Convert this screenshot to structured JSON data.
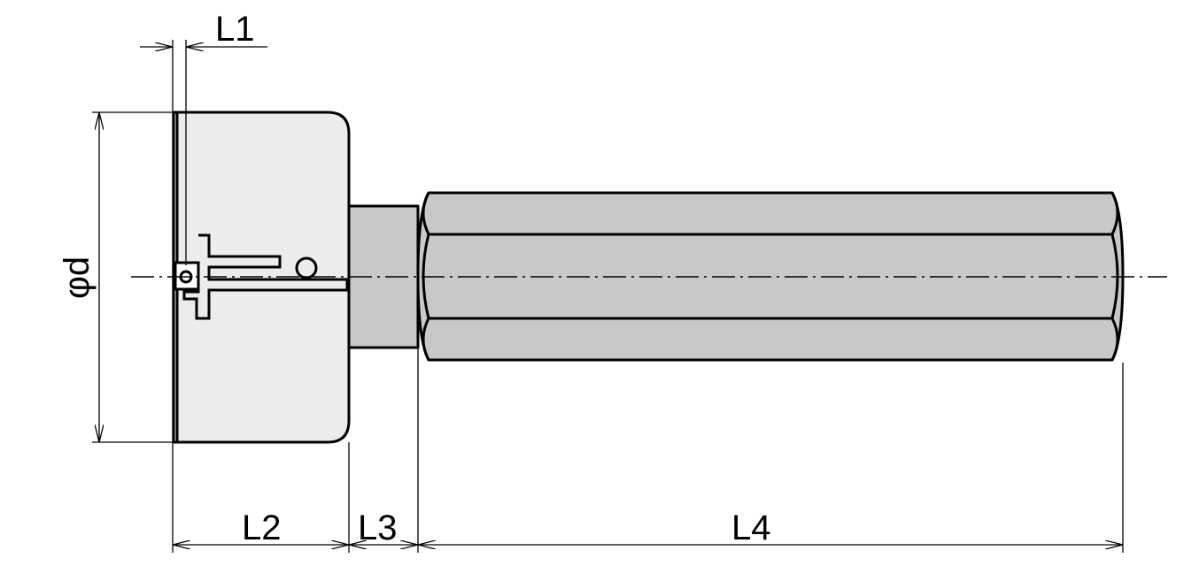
{
  "labels": {
    "l1": "L1",
    "l2": "L2",
    "l3": "L3",
    "l4": "L4",
    "diameter": "φd"
  },
  "colors": {
    "head_fill": "#ececec",
    "neck_fill": "#c8c8c8",
    "shank_fill": "#c8c8c8",
    "stroke": "#000000"
  }
}
